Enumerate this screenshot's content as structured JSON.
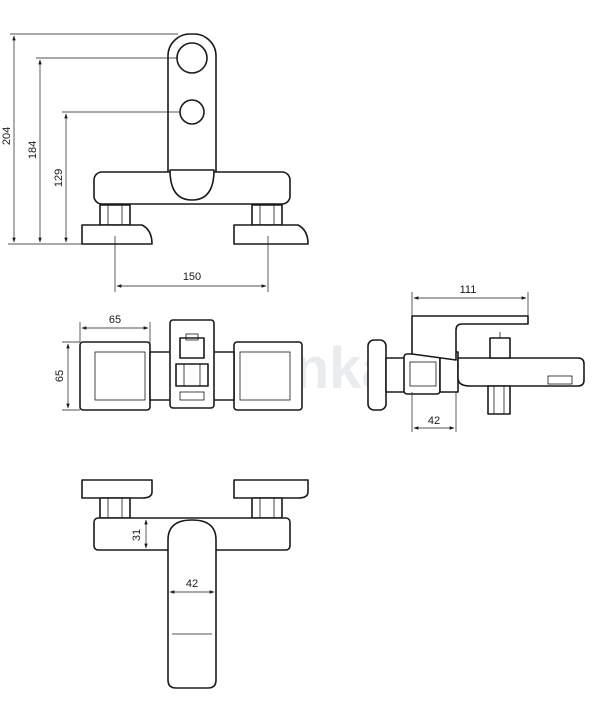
{
  "watermark": "lazienka",
  "front_view": {
    "dim_total_height": "204",
    "dim_top_handle": "184",
    "dim_lower_handle": "129",
    "dim_connection_spacing": "150"
  },
  "top_view": {
    "dim_escutcheon_width": "65",
    "dim_escutcheon_height": "65"
  },
  "side_view": {
    "dim_depth": "111",
    "dim_connector": "42"
  },
  "bottom_view": {
    "dim_body_height": "31",
    "dim_spout_width": "42"
  }
}
